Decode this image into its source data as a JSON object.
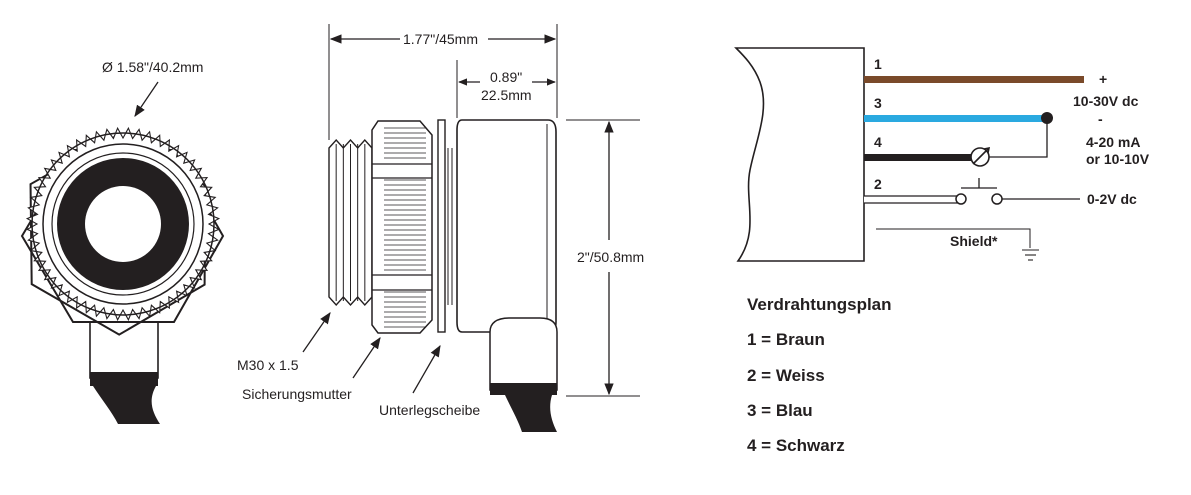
{
  "front_view": {
    "diameter_label": "Ø 1.58\"/40.2mm"
  },
  "side_view": {
    "overall_length_label": "1.77\"/45mm",
    "sensor_length_inch": "0.89\"",
    "sensor_length_mm": "22.5mm",
    "height_label": "2\"/50.8mm",
    "thread_label": "M30 x 1.5",
    "locknut_label": "Sicherungsmutter",
    "washer_label": "Unterlegscheibe"
  },
  "wiring": {
    "wires": [
      {
        "number": "1",
        "color": "#7a4a2a"
      },
      {
        "number": "3",
        "color": "#2aa9e0"
      },
      {
        "number": "4",
        "color": "#231f20"
      },
      {
        "number": "2",
        "color": "#ffffff"
      }
    ],
    "plus_sign": "+",
    "supply_label": "10-30V dc",
    "minus_sign": "-",
    "output_line1": "4-20 mA",
    "output_line2": "or 10-10V",
    "switch_label": "0-2V dc",
    "shield_label": "Shield*"
  },
  "legend": {
    "title": "Verdrahtungsplan",
    "items": [
      "1 = Braun",
      "2 = Weiss",
      "3 = Blau",
      "4 = Schwarz"
    ]
  }
}
